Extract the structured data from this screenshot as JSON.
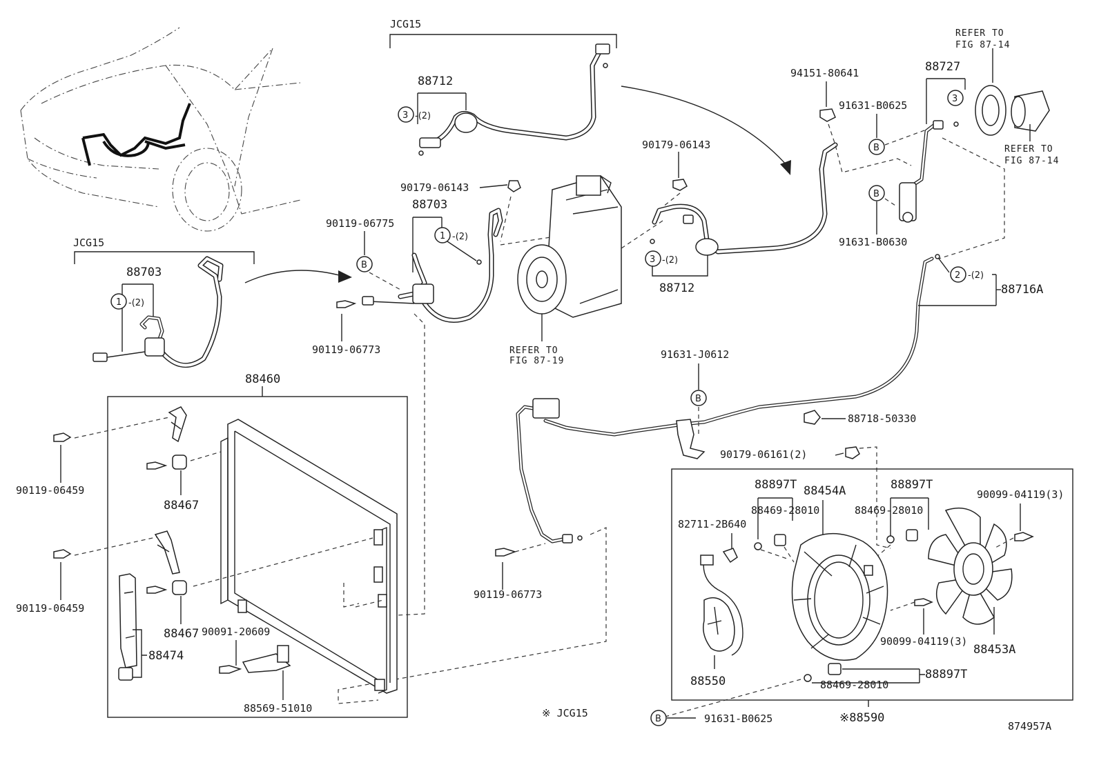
{
  "labels": {
    "jcg15_top": "JCG15",
    "jcg15_left": "JCG15",
    "p88712_top": "88712",
    "p88712_mid": "88712",
    "p88703_left": "88703",
    "p88703_mid": "88703",
    "p88727": "88727",
    "p94151": "94151-80641",
    "p91631_b0625_top": "91631-B0625",
    "p91631_b0630": "91631-B0630",
    "p90179_06143_a": "90179-06143",
    "p90179_06143_b": "90179-06143",
    "p90119_06775": "90119-06775",
    "p90119_06773_a": "90119-06773",
    "p90119_06773_b": "90119-06773",
    "p88716a": "88716A",
    "p91631_j0612": "91631-J0612",
    "p88718": "88718-50330",
    "p90179_06161": "90179-06161(2)",
    "p88460": "88460",
    "p90119_06459_a": "90119-06459",
    "p90119_06459_b": "90119-06459",
    "p88467_a": "88467",
    "p88467_b": "88467",
    "p88474": "88474",
    "p90091": "90091-20609",
    "p88569": "88569-51010",
    "p88897t_a": "88897T",
    "p88897t_b": "88897T",
    "p88897t_c": "88897T",
    "p88454a": "88454A",
    "p88469_a": "88469-28010",
    "p88469_b": "88469-28010",
    "p88469_c": "88469-28010",
    "p82711": "82711-2B640",
    "p90099_a": "90099-04119(3)",
    "p90099_b": "90099-04119(3)",
    "p88453a": "88453A",
    "p88550": "88550",
    "p91631_b0625_bot": "91631-B0625",
    "p88590": "※88590",
    "jcg15_note": "※ JCG15",
    "fig_code": "874957A"
  },
  "refs": {
    "refer_to": "REFER TO",
    "fig_87_14": "FIG 87-14",
    "fig_87_19": "FIG 87-19"
  },
  "markers": {
    "one": "1",
    "two": "2",
    "three": "3",
    "b": "B",
    "qty2": "-(2)"
  }
}
